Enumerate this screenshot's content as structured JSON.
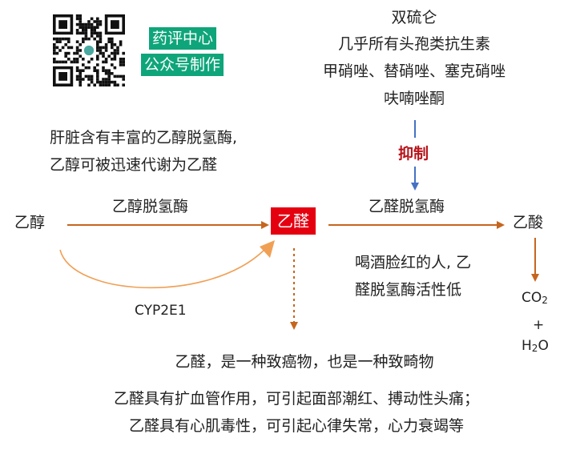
{
  "badge": {
    "line1": "药评中心",
    "line2": "公众号制作"
  },
  "inhibitors": [
    "双硫仑",
    "几乎所有头孢类抗生素",
    "甲硝唑、替硝唑、塞克硝唑",
    "呋喃唑酮"
  ],
  "inhibit_label": "抑制",
  "liver_note": [
    "肝脏含有丰富的乙醇脱氢酶,",
    "乙醇可被迅速代谢为乙醛"
  ],
  "nodes": {
    "ethanol": "乙醇",
    "acetaldehyde": "乙醛",
    "acetic_acid": "乙酸",
    "co2": {
      "base": "CO",
      "sub": "2"
    },
    "plus": "+",
    "h2o": {
      "pre": "H",
      "sub": "2",
      "post": "O"
    }
  },
  "enzymes": {
    "adh": "乙醇脱氢酶",
    "aldh": "乙醛脱氢酶",
    "cyp": "CYP2E1"
  },
  "flush_note": [
    "喝酒脸红的人, 乙",
    "醛脱氢酶活性低"
  ],
  "conclusion": [
    "乙醛，是一种致癌物，也是一种致畸物",
    "乙醛具有扩血管作用，可引起面部潮红、搏动性头痛；",
    "乙醛具有心肌毒性，可引起心律失常，心力衰竭等"
  ],
  "colors": {
    "arrow_orange": "#c5661e",
    "arrow_orange_light": "#f0a055",
    "inhibit_arrow": "#4472c4",
    "inhibit_text": "#b7131a",
    "badge_green": "#0fa57a",
    "highlight_red": "#e50010"
  },
  "icons": {
    "qr": "qr-code-icon"
  }
}
